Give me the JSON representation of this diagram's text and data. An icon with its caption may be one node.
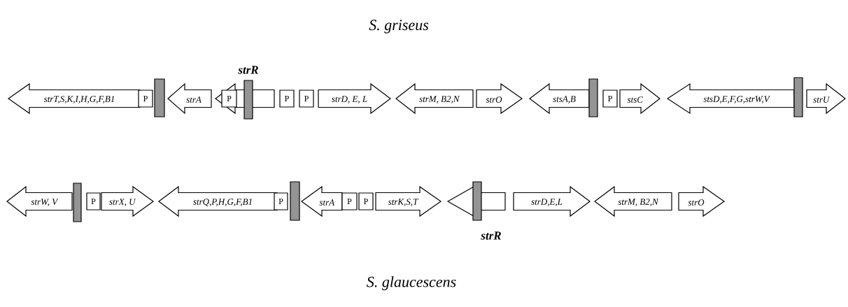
{
  "diagram": {
    "title": "S. griseus",
    "caption": "S. glaucescens",
    "nodes": [
      {
        "text": [
          "strT,S,K,I,H,G,F,B1"
        ]
      },
      {
        "text": [
          "P"
        ]
      },
      {
        "text": [],
        "shape": "bar"
      },
      {
        "text": [
          "strA"
        ]
      },
      {
        "text": [],
        "shape": "arrow",
        "beside": [
          "strR"
        ]
      },
      {
        "text": [
          "P"
        ],
        "in": 4
      },
      {
        "text": [],
        "shape": "bar"
      },
      {
        "text": [
          "P"
        ]
      },
      {
        "text": [
          "P"
        ]
      },
      {
        "text": [
          "strD, E, L"
        ]
      },
      {
        "text": [
          "strM, B2,N"
        ]
      },
      {
        "text": [
          "strO"
        ]
      },
      {
        "text": [
          "stsA,B"
        ]
      },
      {
        "text": [],
        "shape": "bar"
      },
      {
        "text": [
          "P"
        ]
      },
      {
        "text": [
          "stsC"
        ]
      },
      {
        "text": [
          "stsD,E,F,G,strW,V"
        ]
      },
      {
        "text": [],
        "shape": "bar"
      },
      {
        "text": [
          "strU"
        ]
      },
      {
        "text": [
          "strW, V"
        ]
      },
      {
        "text": [],
        "shape": "bar"
      },
      {
        "text": [
          "P"
        ]
      },
      {
        "text": [
          "strX, U"
        ]
      },
      {
        "text": [
          "strQ,P,H,G,F,B1"
        ]
      },
      {
        "text": [
          "P"
        ]
      },
      {
        "text": [],
        "shape": "bar"
      },
      {
        "text": [
          "strA"
        ]
      },
      {
        "text": [
          "P"
        ]
      },
      {
        "text": [
          "P"
        ]
      },
      {
        "text": [
          "strK,S,T"
        ]
      },
      {
        "text": [],
        "shape": "arrow",
        "beside": [
          "strR"
        ]
      },
      {
        "text": [],
        "shape": "bar"
      },
      {
        "text": [
          "strD,E,L"
        ]
      },
      {
        "text": [
          "strM, B2,N"
        ]
      },
      {
        "text": [
          "strO"
        ]
      }
    ]
  }
}
